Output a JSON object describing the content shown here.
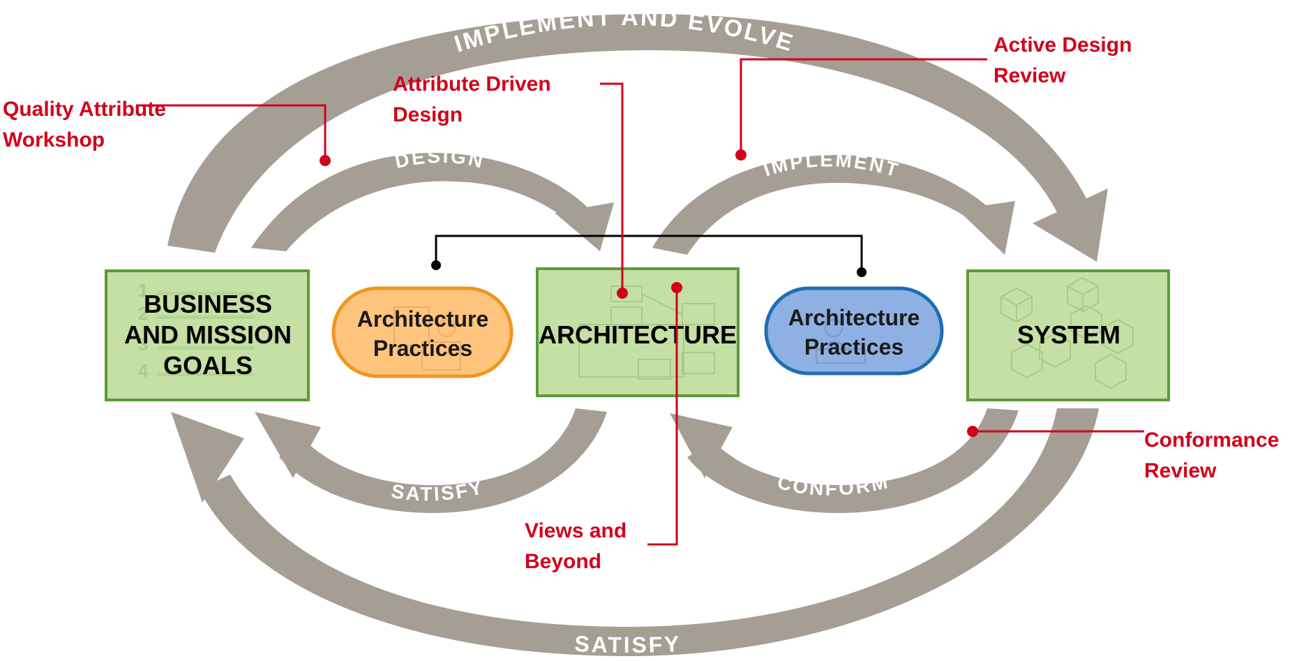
{
  "colors": {
    "arrow": "#a59e95",
    "box_fill": "#c4e0a4",
    "box_stroke": "#5c9a3a",
    "pill_orange_fill": "#ffc57f",
    "pill_orange_stroke": "#f0961e",
    "pill_blue_fill": "#8fb0e2",
    "pill_blue_stroke": "#1f6db3",
    "callout": "#d0021b",
    "connector": "#000000"
  },
  "arcs": {
    "outer_top": "IMPLEMENT AND EVOLVE",
    "design": "DESIGN",
    "implement": "IMPLEMENT",
    "satisfy_inner": "SATISFY",
    "conform": "CONFORM",
    "outer_bottom": "SATISFY"
  },
  "boxes": {
    "goals": {
      "line1": "BUSINESS",
      "line2": "AND MISSION",
      "line3": "GOALS",
      "watermark_numbers": [
        "1",
        "2",
        "3",
        "4"
      ]
    },
    "architecture": {
      "label": "ARCHITECTURE"
    },
    "system": {
      "label": "SYSTEM"
    }
  },
  "pills": {
    "left": {
      "line1": "Architecture",
      "line2": "Practices"
    },
    "right": {
      "line1": "Architecture",
      "line2": "Practices"
    }
  },
  "callouts": {
    "qaw": {
      "line1": "Quality Attribute",
      "line2": "Workshop"
    },
    "add": {
      "line1": "Attribute Driven",
      "line2": "Design"
    },
    "adr": {
      "line1": "Active Design",
      "line2": "Review"
    },
    "vab": {
      "line1": "Views and",
      "line2": "Beyond"
    },
    "conformance": {
      "line1": "Conformance",
      "line2": "Review"
    }
  }
}
